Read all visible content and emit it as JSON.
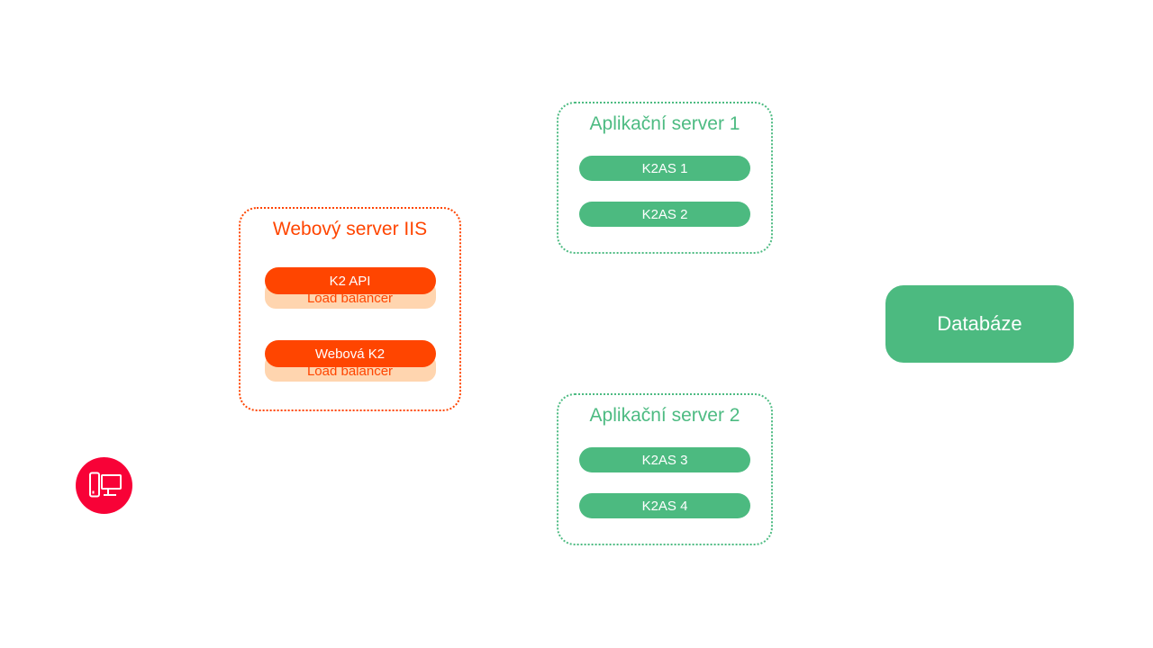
{
  "device": {
    "icon": "desktop-computer-icon",
    "color": "#f80237"
  },
  "web_server": {
    "title": "Webový server IIS",
    "accent": "#ff4500",
    "accent_light": "#ffd5af",
    "groups": [
      {
        "service": "K2 API",
        "balancer": "Load balancer"
      },
      {
        "service": "Webová K2",
        "balancer": "Load balancer"
      }
    ]
  },
  "app_servers": [
    {
      "title": "Aplikační server 1",
      "nodes": [
        "K2AS 1",
        "K2AS 2"
      ]
    },
    {
      "title": "Aplikační server 2",
      "nodes": [
        "K2AS 3",
        "K2AS 4"
      ]
    }
  ],
  "database": {
    "label": "Databáze",
    "color": "#4cba80"
  },
  "colors": {
    "orange": "#ff4500",
    "peach": "#ffd5af",
    "green": "#4cba80",
    "green_border": "#4dbb82",
    "red": "#f80237",
    "background": "#ffffff"
  }
}
